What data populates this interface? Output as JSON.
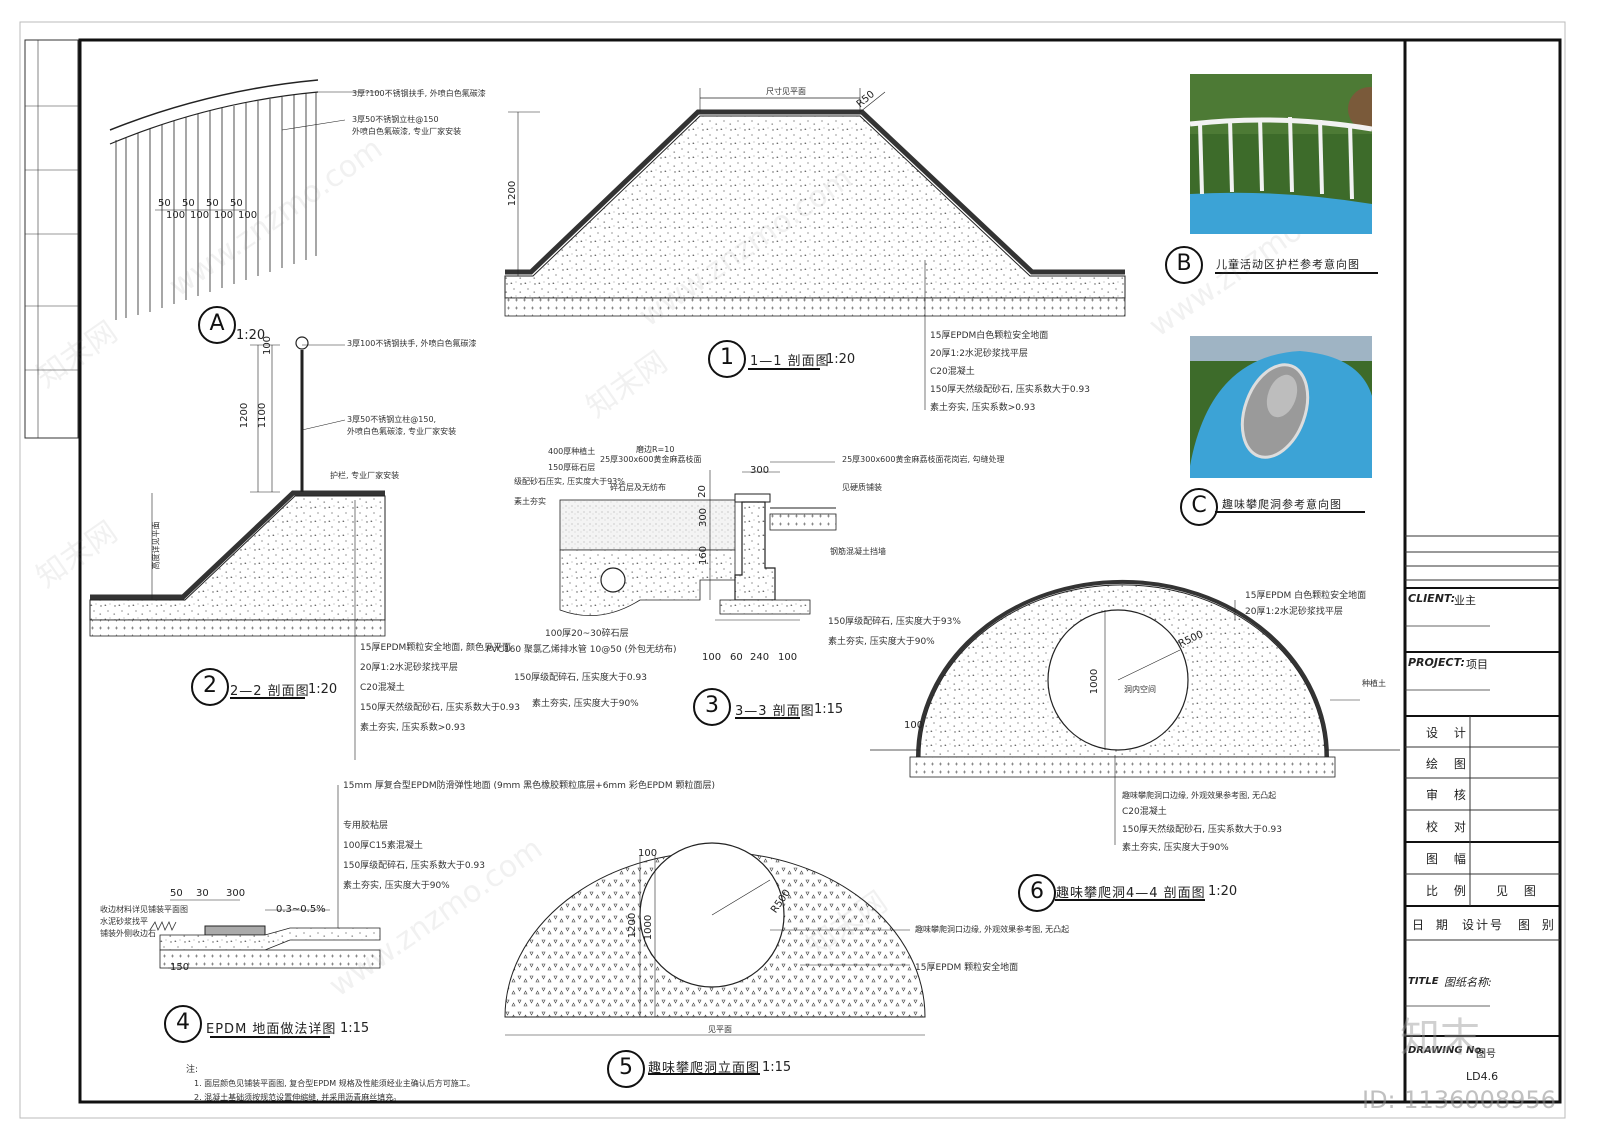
{
  "sheet": {
    "client_label": "CLIENT:",
    "client_value": "业主",
    "project_label": "PROJECT:",
    "project_value": "项目",
    "rows": [
      "设 计",
      "绘 图",
      "审 核",
      "校 对",
      "图 幅"
    ],
    "ratio_label": "比 例",
    "ratio_value": "见 图",
    "date_row": [
      "日 期",
      "设计号",
      "图 别"
    ],
    "title_label": "TITLE",
    "title_value": "图纸名称:",
    "drawing_no_label": "DRAWING No.",
    "drawing_no_cn": "图号",
    "drawing_no": "LD4.6",
    "id_text": "ID: 1136008956",
    "brand": "知末"
  },
  "watermarks": [
    "www.znzmo.com",
    "知末网",
    "www.znzmo.com",
    "知末网",
    "www.znzmo.com",
    "知末网",
    "www.znzmo.com",
    "知末网"
  ],
  "details": {
    "a": {
      "marker": "A",
      "scale": "1:20",
      "notes": [
        "3厚?100不锈钢扶手, 外喷白色氟碳漆",
        "3厚50不锈钢立柱@150",
        "外喷白色氟碳漆, 专业厂家安装"
      ],
      "dims_top": [
        "50",
        "50",
        "50",
        "50"
      ],
      "dims_bottom": [
        "100",
        "100",
        "100",
        "100"
      ]
    },
    "s1": {
      "number": "1",
      "title": "1—1 剖面图",
      "scale": "1:20",
      "top_dim": "尺寸见平面",
      "radius": "R50",
      "height": "1200",
      "layers": [
        "15厚EPDM白色颗粒安全地面",
        "20厚1:2水泥砂浆找平层",
        "C20混凝土",
        "150厚天然级配砂石, 压实系数大于0.93",
        "素土夯实, 压实系数>0.93"
      ]
    },
    "s2": {
      "number": "2",
      "title": "2—2 剖面图",
      "scale": "1:20",
      "dims": [
        "1200",
        "1100",
        "100"
      ],
      "notes": [
        "3厚100不锈钢扶手, 外喷白色氟碳漆",
        "3厚50不锈钢立柱@150,",
        "外喷白色氟碳漆, 专业厂家安装",
        "护栏, 专业厂家安装",
        "高度详见平面"
      ],
      "layers": [
        "15厚EPDM颗粒安全地面, 颜色见平面",
        "20厚1:2水泥砂浆找平层",
        "C20混凝土",
        "150厚天然级配砂石, 压实系数大于0.93",
        "素土夯实, 压实系数>0.93"
      ]
    },
    "s3": {
      "number": "3",
      "title": "3—3 剖面图",
      "scale": "1:15",
      "top_notes": [
        "400厚种植土",
        "150厚砾石层",
        "25厚300x600黄金麻荔枝面",
        "级配砂石压实, 压实度大于93%",
        "素土夯实",
        "磨边R=10",
        "碎石层及无纺布"
      ],
      "right_notes": [
        "25厚300x600黄金麻荔枝面花岗岩, 勾缝处理",
        "见硬质铺装",
        "钢筋混凝土挡墙"
      ],
      "dims": [
        "300",
        "20",
        "300",
        "160",
        "100",
        "240",
        "60",
        "100"
      ],
      "bottom_notes": [
        "150厚级配碎石, 压实度大于93%",
        "素土夯实, 压实度大于90%"
      ],
      "left_notes": [
        "100厚20~30碎石层",
        "PVC160 聚氯乙烯排水管 10@50 (外包无纺布)",
        "150厚级配碎石, 压实度大于0.93",
        "素土夯实, 压实度大于90%"
      ]
    },
    "s4": {
      "number": "4",
      "title": "EPDM 地面做法详图",
      "scale": "1:15",
      "layers": [
        "15mm 厚复合型EPDM防滑弹性地面 (9mm 黑色橡胶颗粒底层+6mm 彩色EPDM 颗粒面层)",
        "专用胶粘层",
        "100厚C15素混凝土",
        "150厚级配碎石, 压实系数大于0.93",
        "素土夯实, 压实度大于90%"
      ],
      "dims": [
        "50",
        "30",
        "300",
        "150"
      ],
      "slope": "0.3~0.5%",
      "left_notes": [
        "收边材料详见铺装平面图",
        "水泥砂浆找平",
        "铺装外侧收边石"
      ],
      "notes_title": "注:",
      "notes": [
        "1.   面层颜色见铺装平面图, 复合型EPDM 规格及性能须经业主确认后方可施工。",
        "2.   混凝土基础须按规范设置伸缩缝, 并采用沥青麻丝填充。"
      ]
    },
    "s5": {
      "number": "5",
      "title": "趣味攀爬洞立面图",
      "scale": "1:15",
      "dims": [
        "1200",
        "1000",
        "R500",
        "100"
      ],
      "bottom_dim": "见平面",
      "notes": [
        "趣味攀爬洞口边缘, 外观效果参考图, 无凸起",
        "15厚EPDM 颗粒安全地面"
      ]
    },
    "s6": {
      "number": "6",
      "title": "趣味攀爬洞4—4 剖面图",
      "scale": "1:20",
      "dims": [
        "1000",
        "R500",
        "100"
      ],
      "inner_label": "洞内空间",
      "right_label": "种植土",
      "top_layers": [
        "15厚EPDM 白色颗粒安全地面",
        "20厚1:2水泥砂浆找平层"
      ],
      "bottom_layers": [
        "趣味攀爬洞口边缘, 外观效果参考图, 无凸起",
        "C20混凝土",
        "150厚天然级配砂石, 压实系数大于0.93",
        "素土夯实, 压实度大于90%"
      ]
    },
    "b": {
      "marker": "B",
      "title": "儿童活动区护栏参考意向图"
    },
    "c": {
      "marker": "C",
      "title": "趣味攀爬洞参考意向图"
    }
  },
  "colors": {
    "photo_grass": "#3d6b2a",
    "photo_blue": "#3ca3d6",
    "rail": "#f2f2f2"
  }
}
